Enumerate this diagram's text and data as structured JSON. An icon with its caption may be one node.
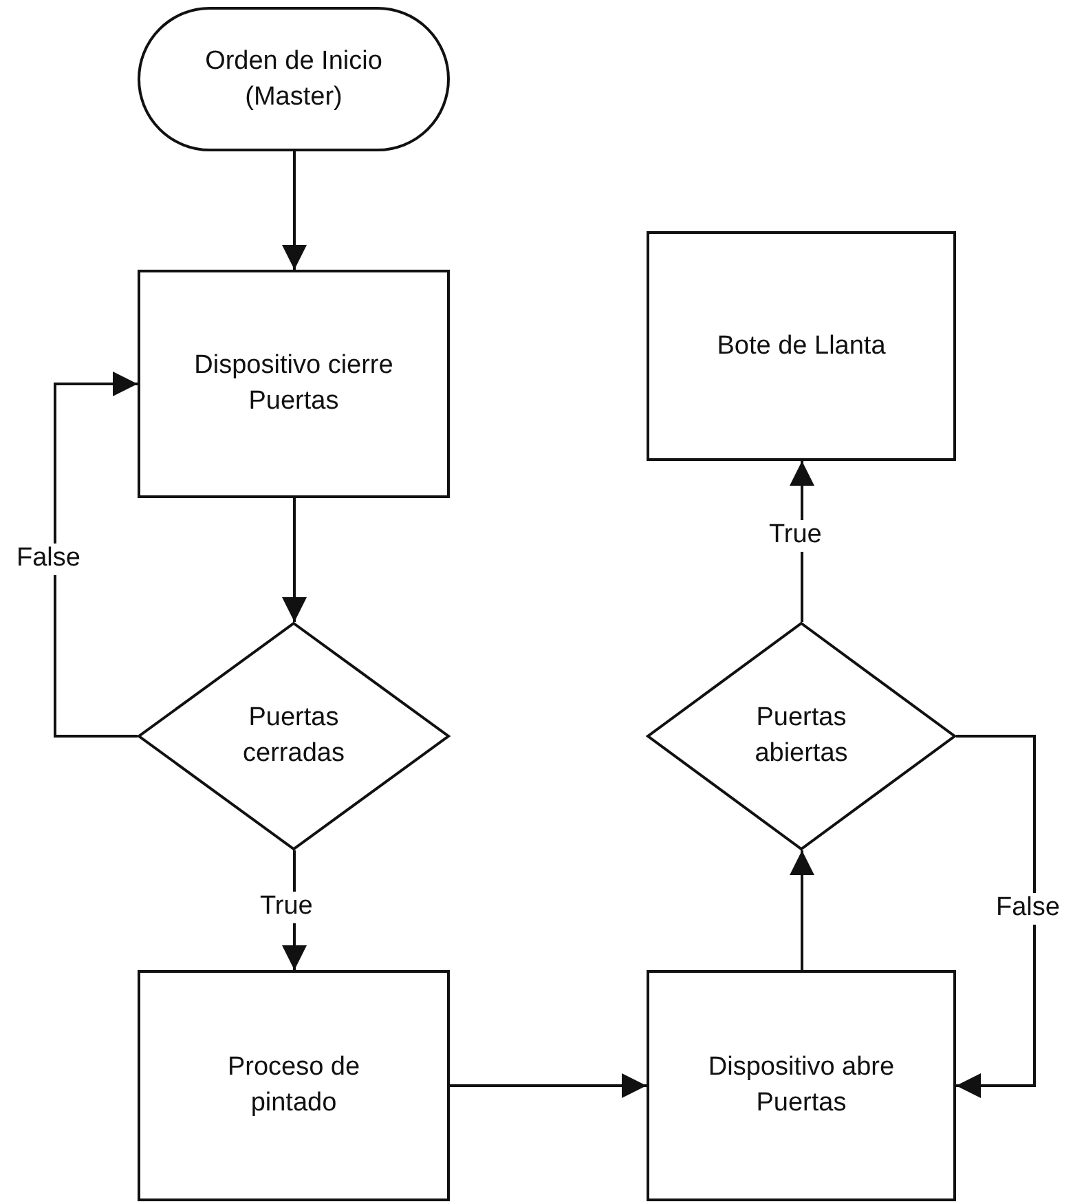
{
  "diagram": {
    "nodes": [
      {
        "text": [
          "Orden de Inicio (Master)"
        ]
      },
      {
        "text": [
          "Dispositivo cierre Puertas"
        ]
      },
      {
        "text": [
          "Puertas cerradas"
        ]
      },
      {
        "text": [
          "Proceso de pintado"
        ]
      },
      {
        "text": [
          "Dispositivo abre Puertas"
        ]
      },
      {
        "text": [
          "Puertas abiertas"
        ]
      },
      {
        "text": [
          "Bote de Llanta"
        ]
      }
    ],
    "edges": [
      {
        "from": 0,
        "to": 1,
        "arrow": "to"
      },
      {
        "from": 1,
        "to": 2,
        "arrow": "to"
      },
      {
        "from": 2,
        "to": 1,
        "arrow": "to",
        "label": "False"
      },
      {
        "from": 2,
        "to": 3,
        "arrow": "to",
        "label": "True"
      },
      {
        "from": 3,
        "to": 4,
        "arrow": "to"
      },
      {
        "from": 4,
        "to": 5,
        "arrow": "to"
      },
      {
        "from": 5,
        "to": 6,
        "arrow": "to",
        "label": "True"
      },
      {
        "from": 5,
        "to": 4,
        "arrow": "to",
        "label": "False"
      }
    ]
  }
}
